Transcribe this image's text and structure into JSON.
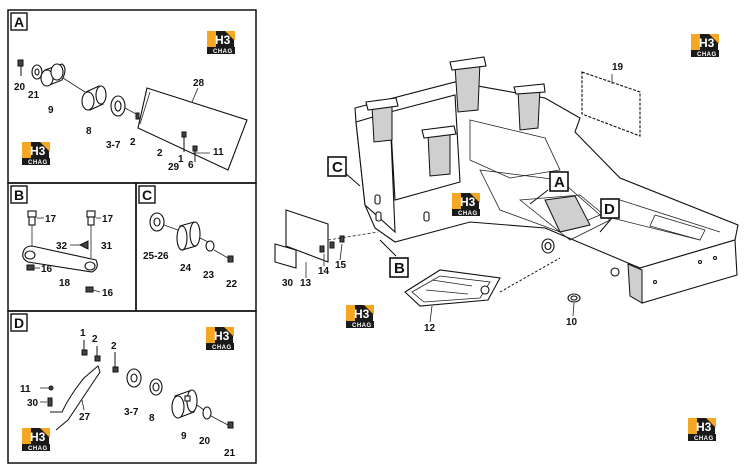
{
  "panels": {
    "A": {
      "letter": "A",
      "labels": [
        "20",
        "21",
        "9",
        "8",
        "3-7",
        "2",
        "1",
        "29",
        "6",
        "11",
        "2",
        "28"
      ]
    },
    "B": {
      "letter": "B",
      "labels": [
        "17",
        "17",
        "32",
        "31",
        "16",
        "18",
        "16"
      ]
    },
    "C": {
      "letter": "C",
      "labels": [
        "25-26",
        "24",
        "23",
        "22"
      ]
    },
    "D": {
      "letter": "D",
      "labels": [
        "1",
        "2",
        "2",
        "11",
        "30",
        "27",
        "3-7",
        "8",
        "9",
        "20",
        "21"
      ]
    }
  },
  "main": {
    "callouts": [
      "A",
      "B",
      "C",
      "D"
    ],
    "labels": [
      "19",
      "30",
      "13",
      "14",
      "15",
      "12",
      "10"
    ]
  },
  "logo": {
    "mark": "H3",
    "text": "CHAG"
  },
  "colors": {
    "logo_orange": "#f5a623",
    "logo_black": "#1a1a1a",
    "line": "#111111"
  }
}
